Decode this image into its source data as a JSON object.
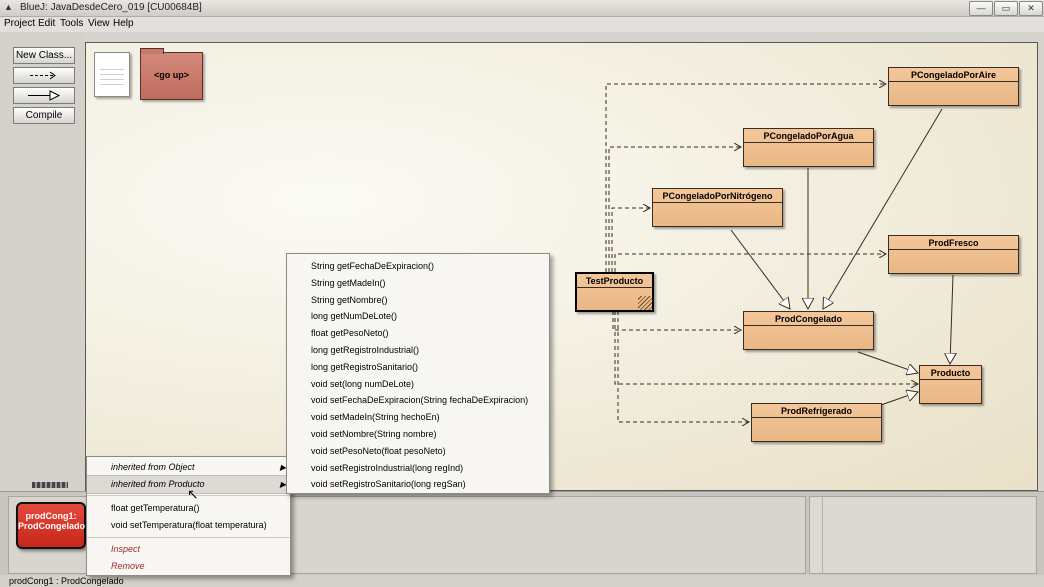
{
  "window": {
    "title": "BlueJ:  JavaDesdeCero_019  [CU00684B]",
    "buttons": {
      "minimize": "—",
      "maximize": "▭",
      "close": "✕"
    }
  },
  "menubar": [
    "Project",
    "Edit",
    "Tools",
    "View",
    "Help"
  ],
  "toolbar": {
    "new_class": "New Class...",
    "dep_arrow": "--->",
    "inherit_arrow": "—▷",
    "compile": "Compile"
  },
  "diagram": {
    "folder_label": "<go up>",
    "classes": [
      "PCongeladoPorAire",
      "PCongeladoPorAgua",
      "PCongeladoPorNitrógeno",
      "ProdFresco",
      "TestProducto",
      "ProdCongelado",
      "Producto",
      "ProdRefrigerado"
    ],
    "selected_class": "TestProducto"
  },
  "context_menu": {
    "items": [
      "inherited from Object",
      "inherited from Producto"
    ],
    "methods": [
      "float getTemperatura()",
      "void setTemperatura(float temperatura)"
    ],
    "actions": [
      "Inspect",
      "Remove"
    ]
  },
  "submenu": {
    "items": [
      "String getFechaDeExpiracion()",
      "String getMadeIn()",
      "String getNombre()",
      "long getNumDeLote()",
      "float getPesoNeto()",
      "long getRegistroIndustrial()",
      "long getRegistroSanitario()",
      "void set(long numDeLote)",
      "void setFechaDeExpiracion(String fechaDeExpiracion)",
      "void setMadeIn(String hechoEn)",
      "void setNombre(String nombre)",
      "void setPesoNeto(float pesoNeto)",
      "void setRegistroIndustrial(long regInd)",
      "void setRegistroSanitario(long regSan)"
    ]
  },
  "object_bench": {
    "object_name": "prodCong1:",
    "object_type": "ProdCongelado"
  },
  "status": "prodCong1 : ProdCongelado",
  "colors": {
    "class_fill": "#f3c79b",
    "object_fill": "#d83428",
    "folder_fill": "#c97a6b"
  }
}
